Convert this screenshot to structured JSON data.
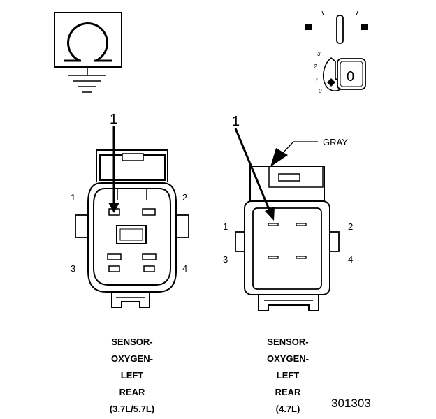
{
  "left_connector": {
    "callout": "1",
    "pins": [
      "1",
      "2",
      "3",
      "4"
    ],
    "caption": [
      "SENSOR-",
      "OXYGEN-",
      "LEFT",
      "REAR",
      "(3.7L/5.7L)"
    ]
  },
  "right_connector": {
    "callout": "1",
    "pins": [
      "1",
      "2",
      "3",
      "4"
    ],
    "color_label": "GRAY",
    "caption": [
      "SENSOR-",
      "OXYGEN-",
      "LEFT",
      "REAR",
      "(4.7L)"
    ]
  },
  "ignition_switch": {
    "positions": [
      "3",
      "2",
      "1",
      "0"
    ],
    "key_label": "0"
  },
  "figure_number": "301303",
  "icons": [
    "ohmmeter-icon",
    "ground-icon",
    "ignition-key-icon"
  ]
}
